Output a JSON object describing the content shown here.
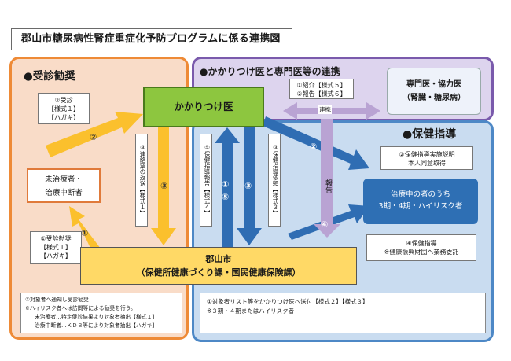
{
  "title": "郡山市糖尿病性腎症重症化予防プログラムに係る連携図",
  "panels": {
    "jushin": "●受診勧奨",
    "renkei": "●かかりつけ医と専門医等の連携",
    "hoken": "●保健指導"
  },
  "nodes": {
    "kakaritsuke": "かかりつけ医",
    "mitiryo_line1": "未治療者・",
    "mitiryo_line2": "治療中断者",
    "senmon_line1": "専門医・協力医",
    "senmon_line2": "（腎臓・糖尿病）",
    "chiryochu_line1": "治療中の者のうち",
    "chiryochu_line2": "3期・4期・ハイリスク者",
    "koriyama_line1": "郡山市",
    "koriyama_line2": "（保健所健康づくり課・国民健康保険課）"
  },
  "labels": {
    "jushin2_line1": "②受診",
    "jushin2_line2": "【様式１】",
    "jushin2_line3": "【ハガキ】",
    "jushin1_line1": "①受診勧奨",
    "jushin1_line2": "【様式１】",
    "jushin1_line3": "【ハガキ】",
    "shokai_line1": "①紹介【様式５】",
    "shokai_line2": "②報告【様式６】",
    "renkei_short": "連携",
    "houkoku": "報告",
    "hoken2_line1": "②保健指導実施説明",
    "hoken2_line2": "本人同意取得",
    "hoken4_line1": "④保健指導",
    "hoken4_line2": "※健康振興財団へ業務委託",
    "v_renraku": "③連絡票の返送【様式１】",
    "v_hoken_houkoku": "⑤保健指導報告【様式４】",
    "v_hoken_irai": "③保健指導依頼【様式３】"
  },
  "circles": {
    "c1": "①",
    "c2": "②",
    "c3": "③",
    "c3b": "③",
    "c5": "⑤",
    "c2b": "②",
    "c4": "④"
  },
  "notes": {
    "left_line1": "①対象者へ通知し受診勧奨",
    "left_line2": "※ハイリスク者へは訪問等による勧奨を行う。",
    "left_line3": "未治療者…特定健診結果より対象者抽出【様式１】",
    "left_line4": "治療中断者…ＫＤＢ等により対象者抽出【ハガキ】",
    "right_line1": "①対象者リスト等をかかりつけ医へ送付【様式２】【様式３】",
    "right_line2": "※３期・４期またはハイリスク者"
  },
  "colors": {
    "orange_panel": "#f9dcc8",
    "purple_panel": "#ddd4ee",
    "blue_panel": "#c9dcf0",
    "green_box": "#8dc63f",
    "yellow_box": "#ffd966",
    "dark_blue_box": "#2e6fb4",
    "yellow_arrow": "#fbc02d",
    "blue_arrow": "#2f6db3",
    "purple_arrow": "#b9a3d3"
  }
}
